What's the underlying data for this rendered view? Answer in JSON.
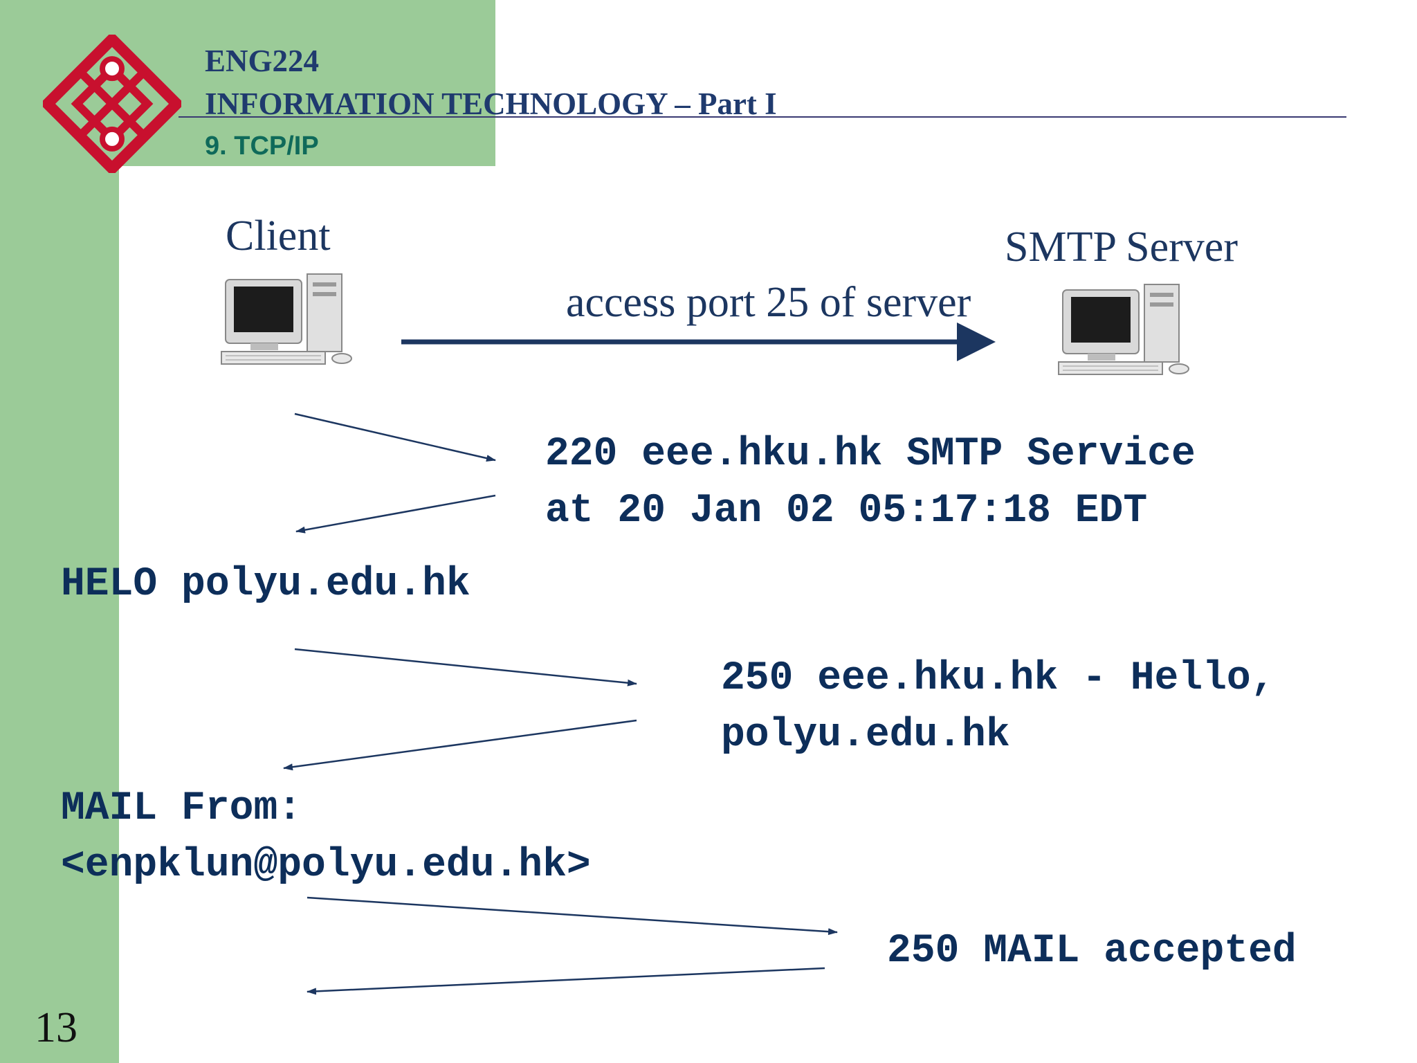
{
  "header": {
    "course_code": "ENG224",
    "course_name": "INFORMATION TECHNOLOGY – Part I",
    "section": "9. TCP/IP"
  },
  "diagram": {
    "client_label": "Client",
    "server_label": "SMTP Server",
    "connection_label": "access port 25 of server",
    "messages": [
      {
        "from": "server",
        "lines": [
          "220 eee.hku.hk SMTP Service",
          "at 20 Jan 02 05:17:18 EDT"
        ]
      },
      {
        "from": "client",
        "lines": [
          "HELO polyu.edu.hk"
        ]
      },
      {
        "from": "server",
        "lines": [
          "250 eee.hku.hk - Hello,",
          "polyu.edu.hk"
        ]
      },
      {
        "from": "client",
        "lines": [
          "MAIL From:",
          "<enpklun@polyu.edu.hk>"
        ]
      },
      {
        "from": "server",
        "lines": [
          "250 MAIL accepted"
        ]
      }
    ]
  },
  "colors": {
    "sidebar_green": "#9bcb98",
    "logo_red": "#c8102e",
    "text_navy": "#0d2e5a",
    "section_teal": "#0f6a5a"
  },
  "page_number": "13"
}
